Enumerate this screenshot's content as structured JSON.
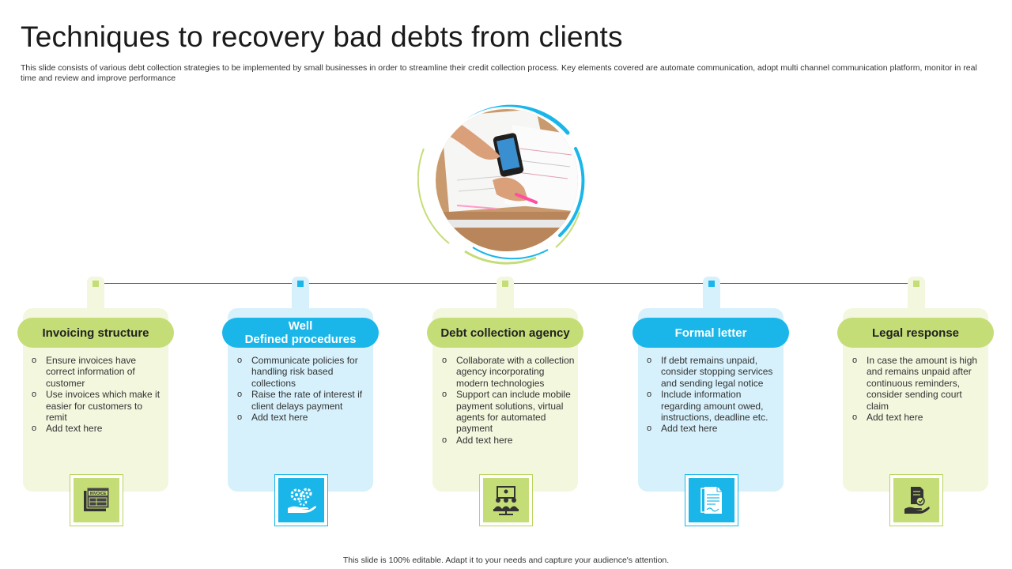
{
  "title": "Techniques to recovery bad debts from clients",
  "subtitle": "This slide consists of various debt collection strategies to be implemented  by small businesses in order to streamline their credit collection process. Key elements covered are automate communication, adopt multi channel communication platform, monitor in real time and review and improve performance",
  "colors": {
    "green": "#c5dd77",
    "blue": "#1ab6ea",
    "green_card": "#f2f7de",
    "blue_card": "#d6f1fb"
  },
  "steps": [
    {
      "heading": "Invoicing structure",
      "bullets": [
        "Ensure invoices have correct information of customer",
        "Use invoices which make it easier for customers to remit",
        "Add text here"
      ],
      "icon": "invoice-icon",
      "icon_text": "INVOICE"
    },
    {
      "heading_line1": "Well",
      "heading_line2": "Defined procedures",
      "bullets": [
        "Communicate policies for handling risk based collections",
        "Raise the rate of interest if client delays payment",
        "Add text here"
      ],
      "icon": "gears-hand-icon"
    },
    {
      "heading": "Debt collection agency",
      "bullets": [
        "Collaborate with a collection agency incorporating modern technologies",
        "Support can include mobile payment solutions, virtual agents for automated payment",
        "Add text here"
      ],
      "icon": "agency-team-icon"
    },
    {
      "heading": "Formal letter",
      "bullets": [
        "If debt remains unpaid, consider stopping services and sending legal notice",
        "Include information regarding amount owed, instructions, deadline etc.",
        "Add text here"
      ],
      "icon": "letter-document-icon"
    },
    {
      "heading": "Legal response",
      "bullets": [
        "In case the amount is high and remains unpaid after continuous reminders, consider sending court claim",
        "Add text here"
      ],
      "icon": "legal-document-hand-icon"
    }
  ],
  "footer": "This slide is 100% editable. Adapt it to your needs and capture your audience's attention."
}
